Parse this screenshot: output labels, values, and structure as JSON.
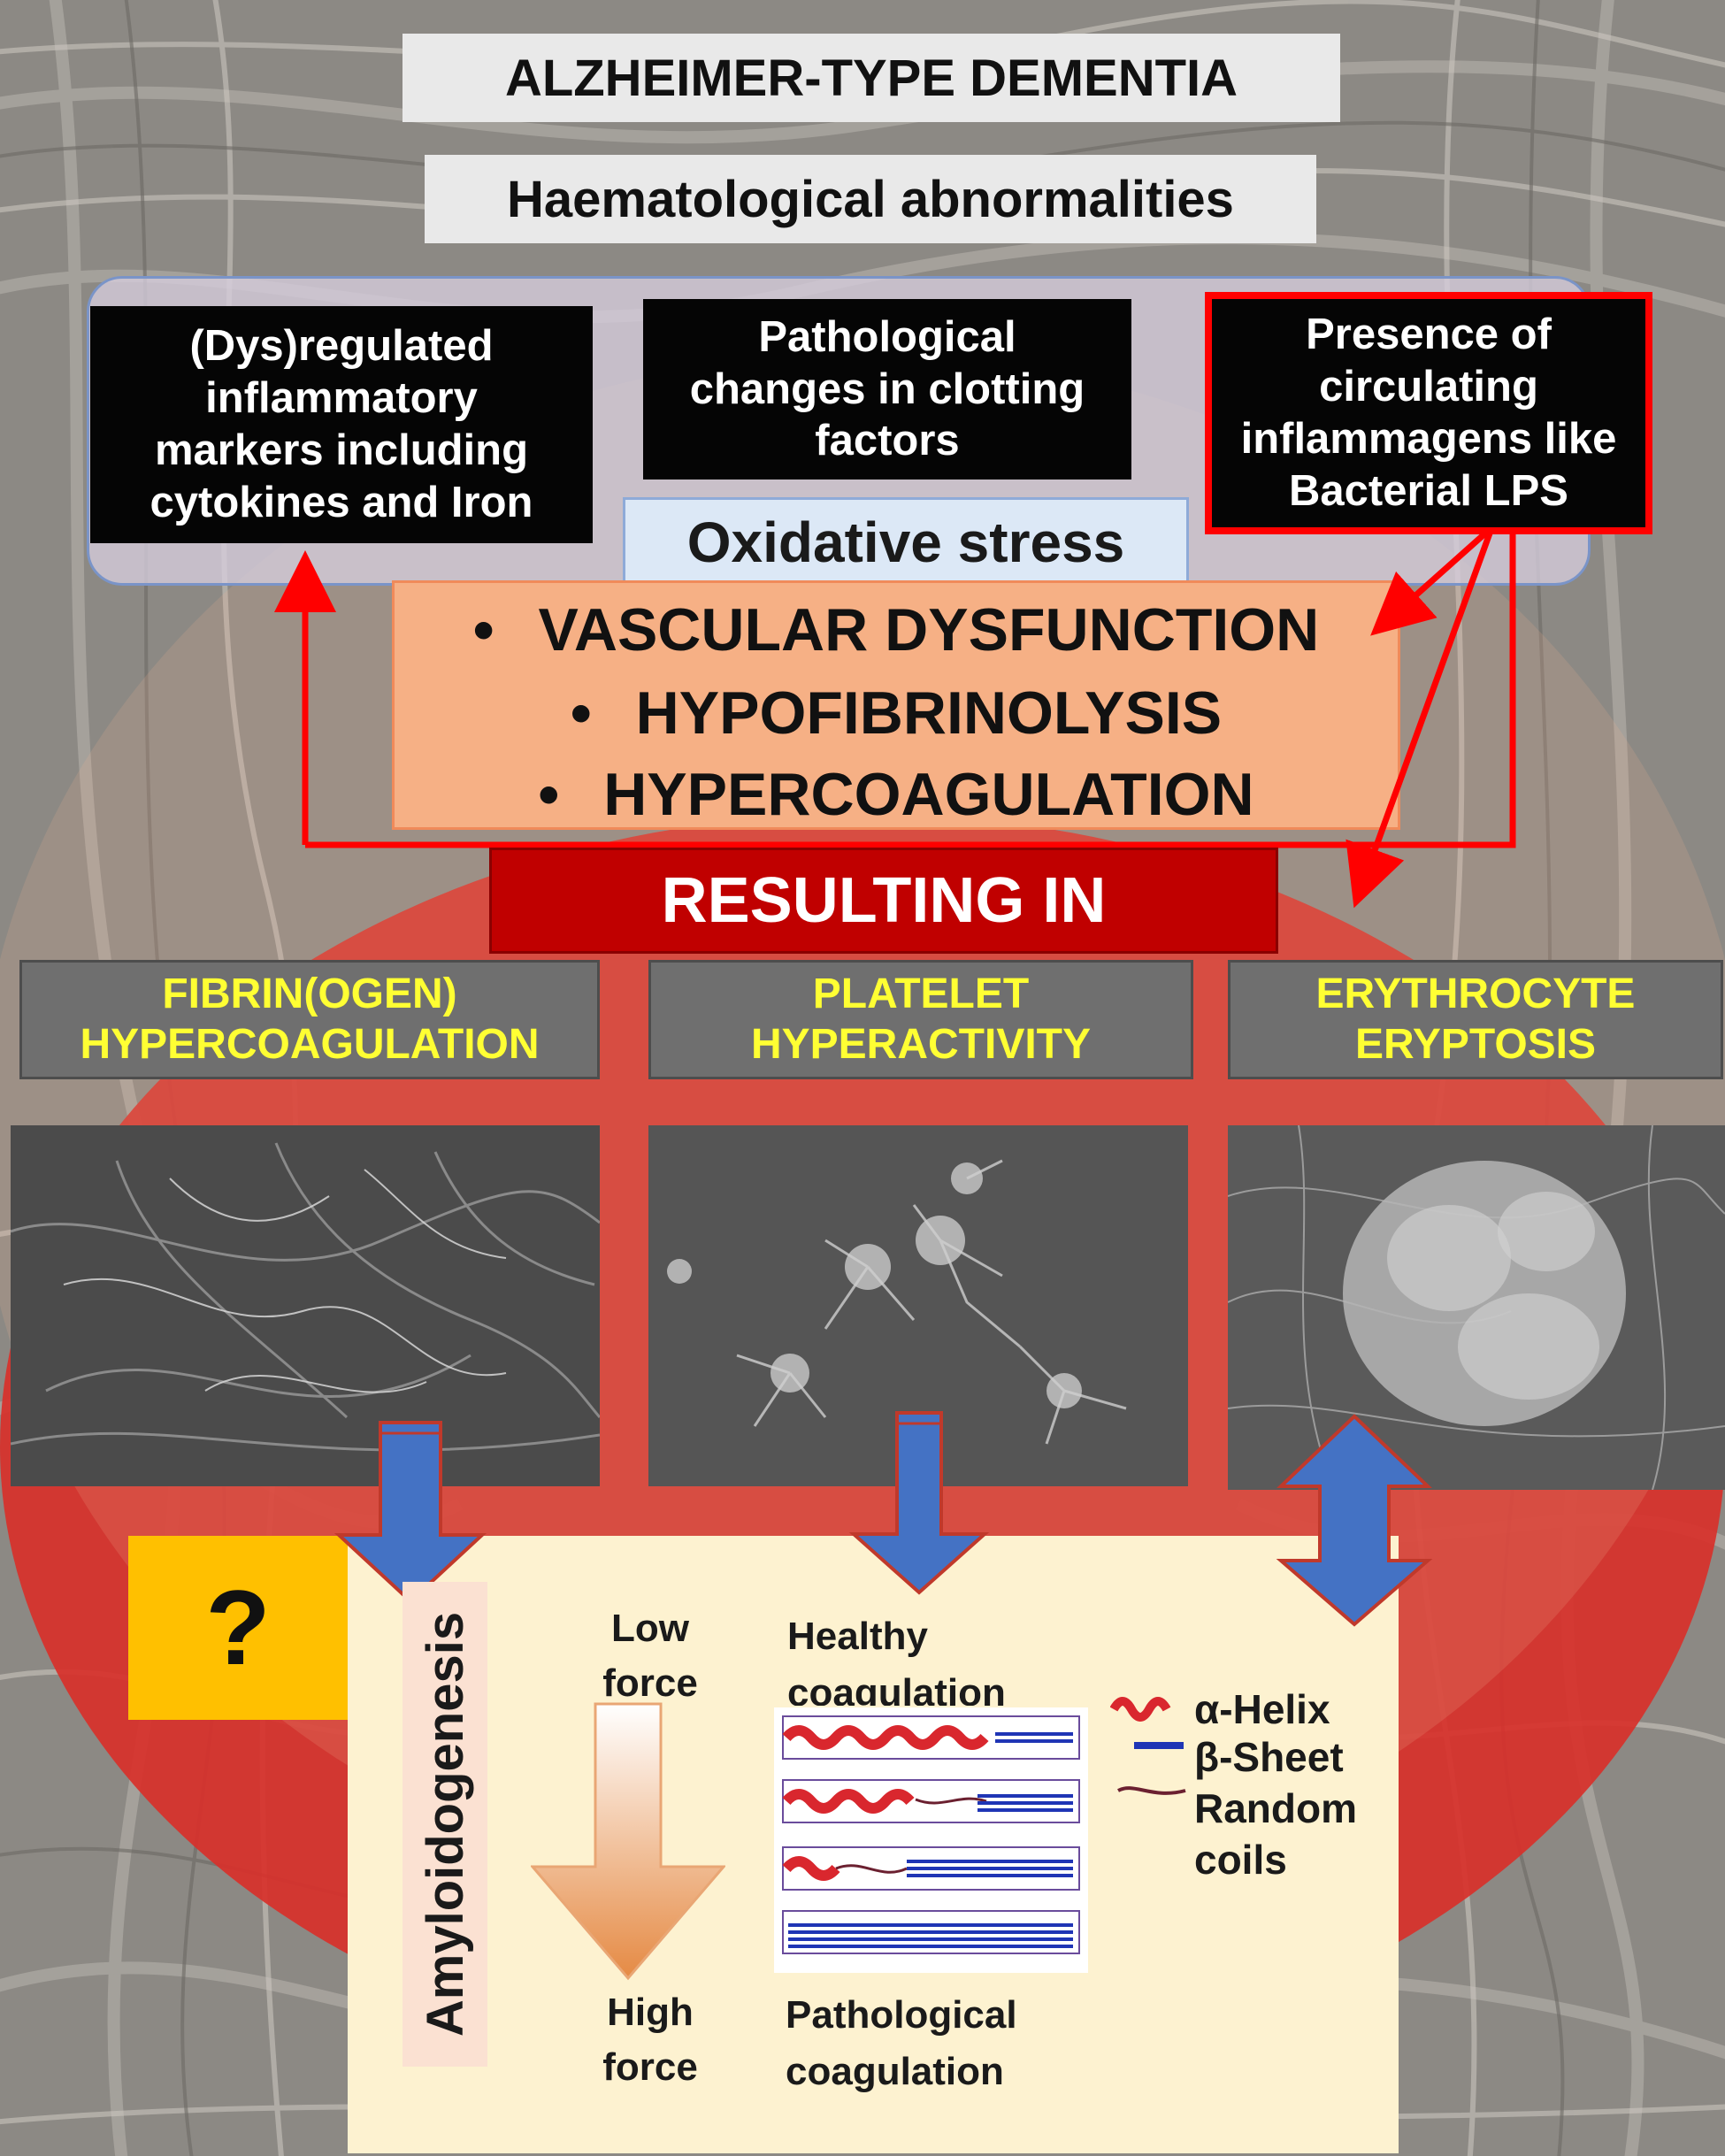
{
  "header": {
    "title": "ALZHEIMER-TYPE DEMENTIA",
    "subtitle": "Haematological abnormalities"
  },
  "causes": [
    {
      "text": "(Dys)regulated\ninflammatory\nmarkers including\ncytokines and Iron"
    },
    {
      "text": "Pathological\nchanges in clotting\nfactors"
    },
    {
      "text": "Presence of\ncirculating\ninflammagens like\nBacterial LPS"
    }
  ],
  "oxidative_stress": "Oxidative stress",
  "effects": {
    "bullet": "•",
    "items": [
      "VASCULAR DYSFUNCTION",
      "HYPOFIBRINOLYSIS",
      "HYPERCOAGULATION"
    ]
  },
  "resulting_in": "RESULTING IN",
  "outcomes": [
    {
      "text": "FIBRIN(OGEN)\nHYPERCOAGULATION"
    },
    {
      "text": "PLATELET\nHYPERACTIVITY"
    },
    {
      "text": "ERYTHROCYTE\nERYPTOSIS"
    }
  ],
  "question_mark": "?",
  "panel": {
    "side_label": "Amyloidogenesis",
    "low_force": "Low\nforce",
    "high_force": "High\nforce",
    "healthy": "Healthy\ncoagulation",
    "pathological": "Pathological\ncoagulation"
  },
  "legend": {
    "alpha": "α-Helix",
    "beta": "β-Sheet",
    "random": "Random\ncoils"
  },
  "colors": {
    "red_circle": "#d9302a",
    "arrow_red": "#ff0000",
    "effects_box": "#f6b085",
    "blue_arrow": "#4472c4",
    "question_box": "#ffc000",
    "panel_bg": "#fdf2d0"
  }
}
